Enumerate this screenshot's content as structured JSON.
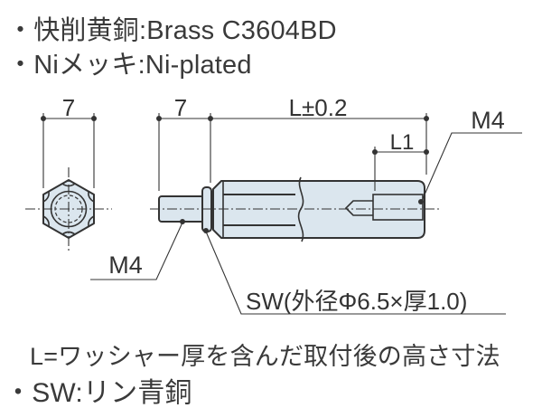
{
  "material_notes_top": {
    "line1": "・快削黄銅:Brass C3604BD",
    "line2": "・Niメッキ:Ni-plated"
  },
  "drawing": {
    "dimensions": {
      "hex_width_across_flats": "7",
      "male_thread_length": "7",
      "overall_length": "L±0.2",
      "female_thread_depth": "L1",
      "female_thread_size": "M4",
      "male_thread_size": "M4",
      "spring_washer_spec": "SW(外径Φ6.5×厚1.0)"
    },
    "colors": {
      "part_fill": "#dbe6ee",
      "line_color": "#333333"
    }
  },
  "notes_bottom": {
    "line1": "L=ワッシャー厚を含んだ取付後の高さ寸法",
    "line2": "・SW:リン青銅"
  }
}
